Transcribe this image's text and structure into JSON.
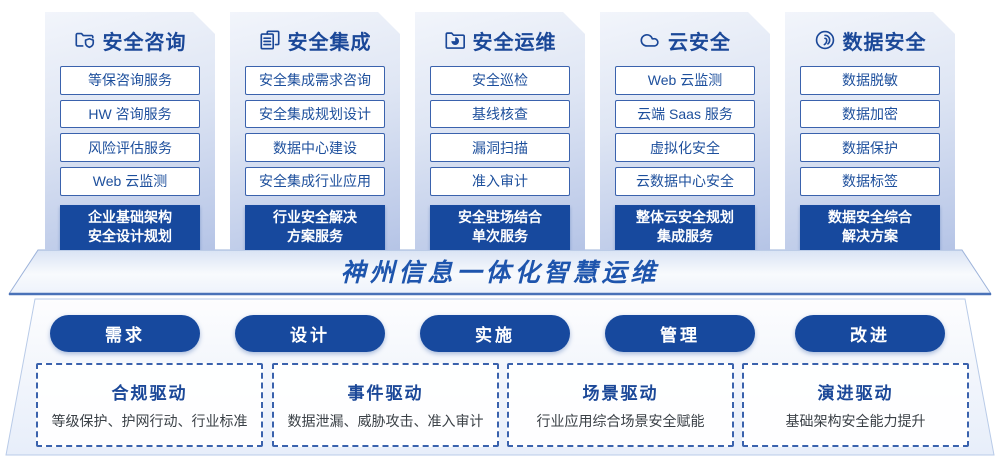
{
  "banner": {
    "title": "神州信息一体化智慧运维"
  },
  "columns": [
    {
      "title": "安全咨询",
      "icon": "folder-shield-icon",
      "items": [
        "等保咨询服务",
        "HW 咨询服务",
        "风险评估服务",
        "Web 云监测"
      ],
      "highlight_line1": "企业基础架构",
      "highlight_line2": "安全设计规划"
    },
    {
      "title": "安全集成",
      "icon": "documents-icon",
      "items": [
        "安全集成需求咨询",
        "安全集成规划设计",
        "数据中心建设",
        "安全集成行业应用"
      ],
      "highlight_line1": "行业安全解决",
      "highlight_line2": "方案服务"
    },
    {
      "title": "安全运维",
      "icon": "pie-folder-icon",
      "items": [
        "安全巡检",
        "基线核查",
        "漏洞扫描",
        "准入审计"
      ],
      "highlight_line1": "安全驻场结合",
      "highlight_line2": "单次服务"
    },
    {
      "title": "云安全",
      "icon": "cloud-icon",
      "items": [
        "Web 云监测",
        "云端 Saas 服务",
        "虚拟化安全",
        "云数据中心安全"
      ],
      "highlight_line1": "整体云安全规划",
      "highlight_line2": "集成服务"
    },
    {
      "title": "数据安全",
      "icon": "fingerprint-icon",
      "items": [
        "数据脱敏",
        "数据加密",
        "数据保护",
        "数据标签"
      ],
      "highlight_line1": "数据安全综合",
      "highlight_line2": "解决方案"
    }
  ],
  "phases": [
    {
      "label": "需求"
    },
    {
      "label": "设计"
    },
    {
      "label": "实施"
    },
    {
      "label": "管理"
    },
    {
      "label": "改进"
    }
  ],
  "drivers": [
    {
      "title": "合规驱动",
      "desc": "等级保护、护网行动、行业标准"
    },
    {
      "title": "事件驱动",
      "desc": "数据泄漏、威胁攻击、准入审计"
    },
    {
      "title": "场景驱动",
      "desc": "行业应用综合场景安全赋能"
    },
    {
      "title": "演进驱动",
      "desc": "基础架构安全能力提升"
    }
  ],
  "colors": {
    "primary_dark_blue": "#17499e",
    "title_blue": "#1b4898",
    "banner_text_blue": "#1e55ad",
    "box_border_blue": "#3a62ad",
    "desc_text_gray": "#3a4046",
    "card_gradient_top": "#f2f5fb",
    "card_gradient_bottom": "#b5c4e6"
  }
}
